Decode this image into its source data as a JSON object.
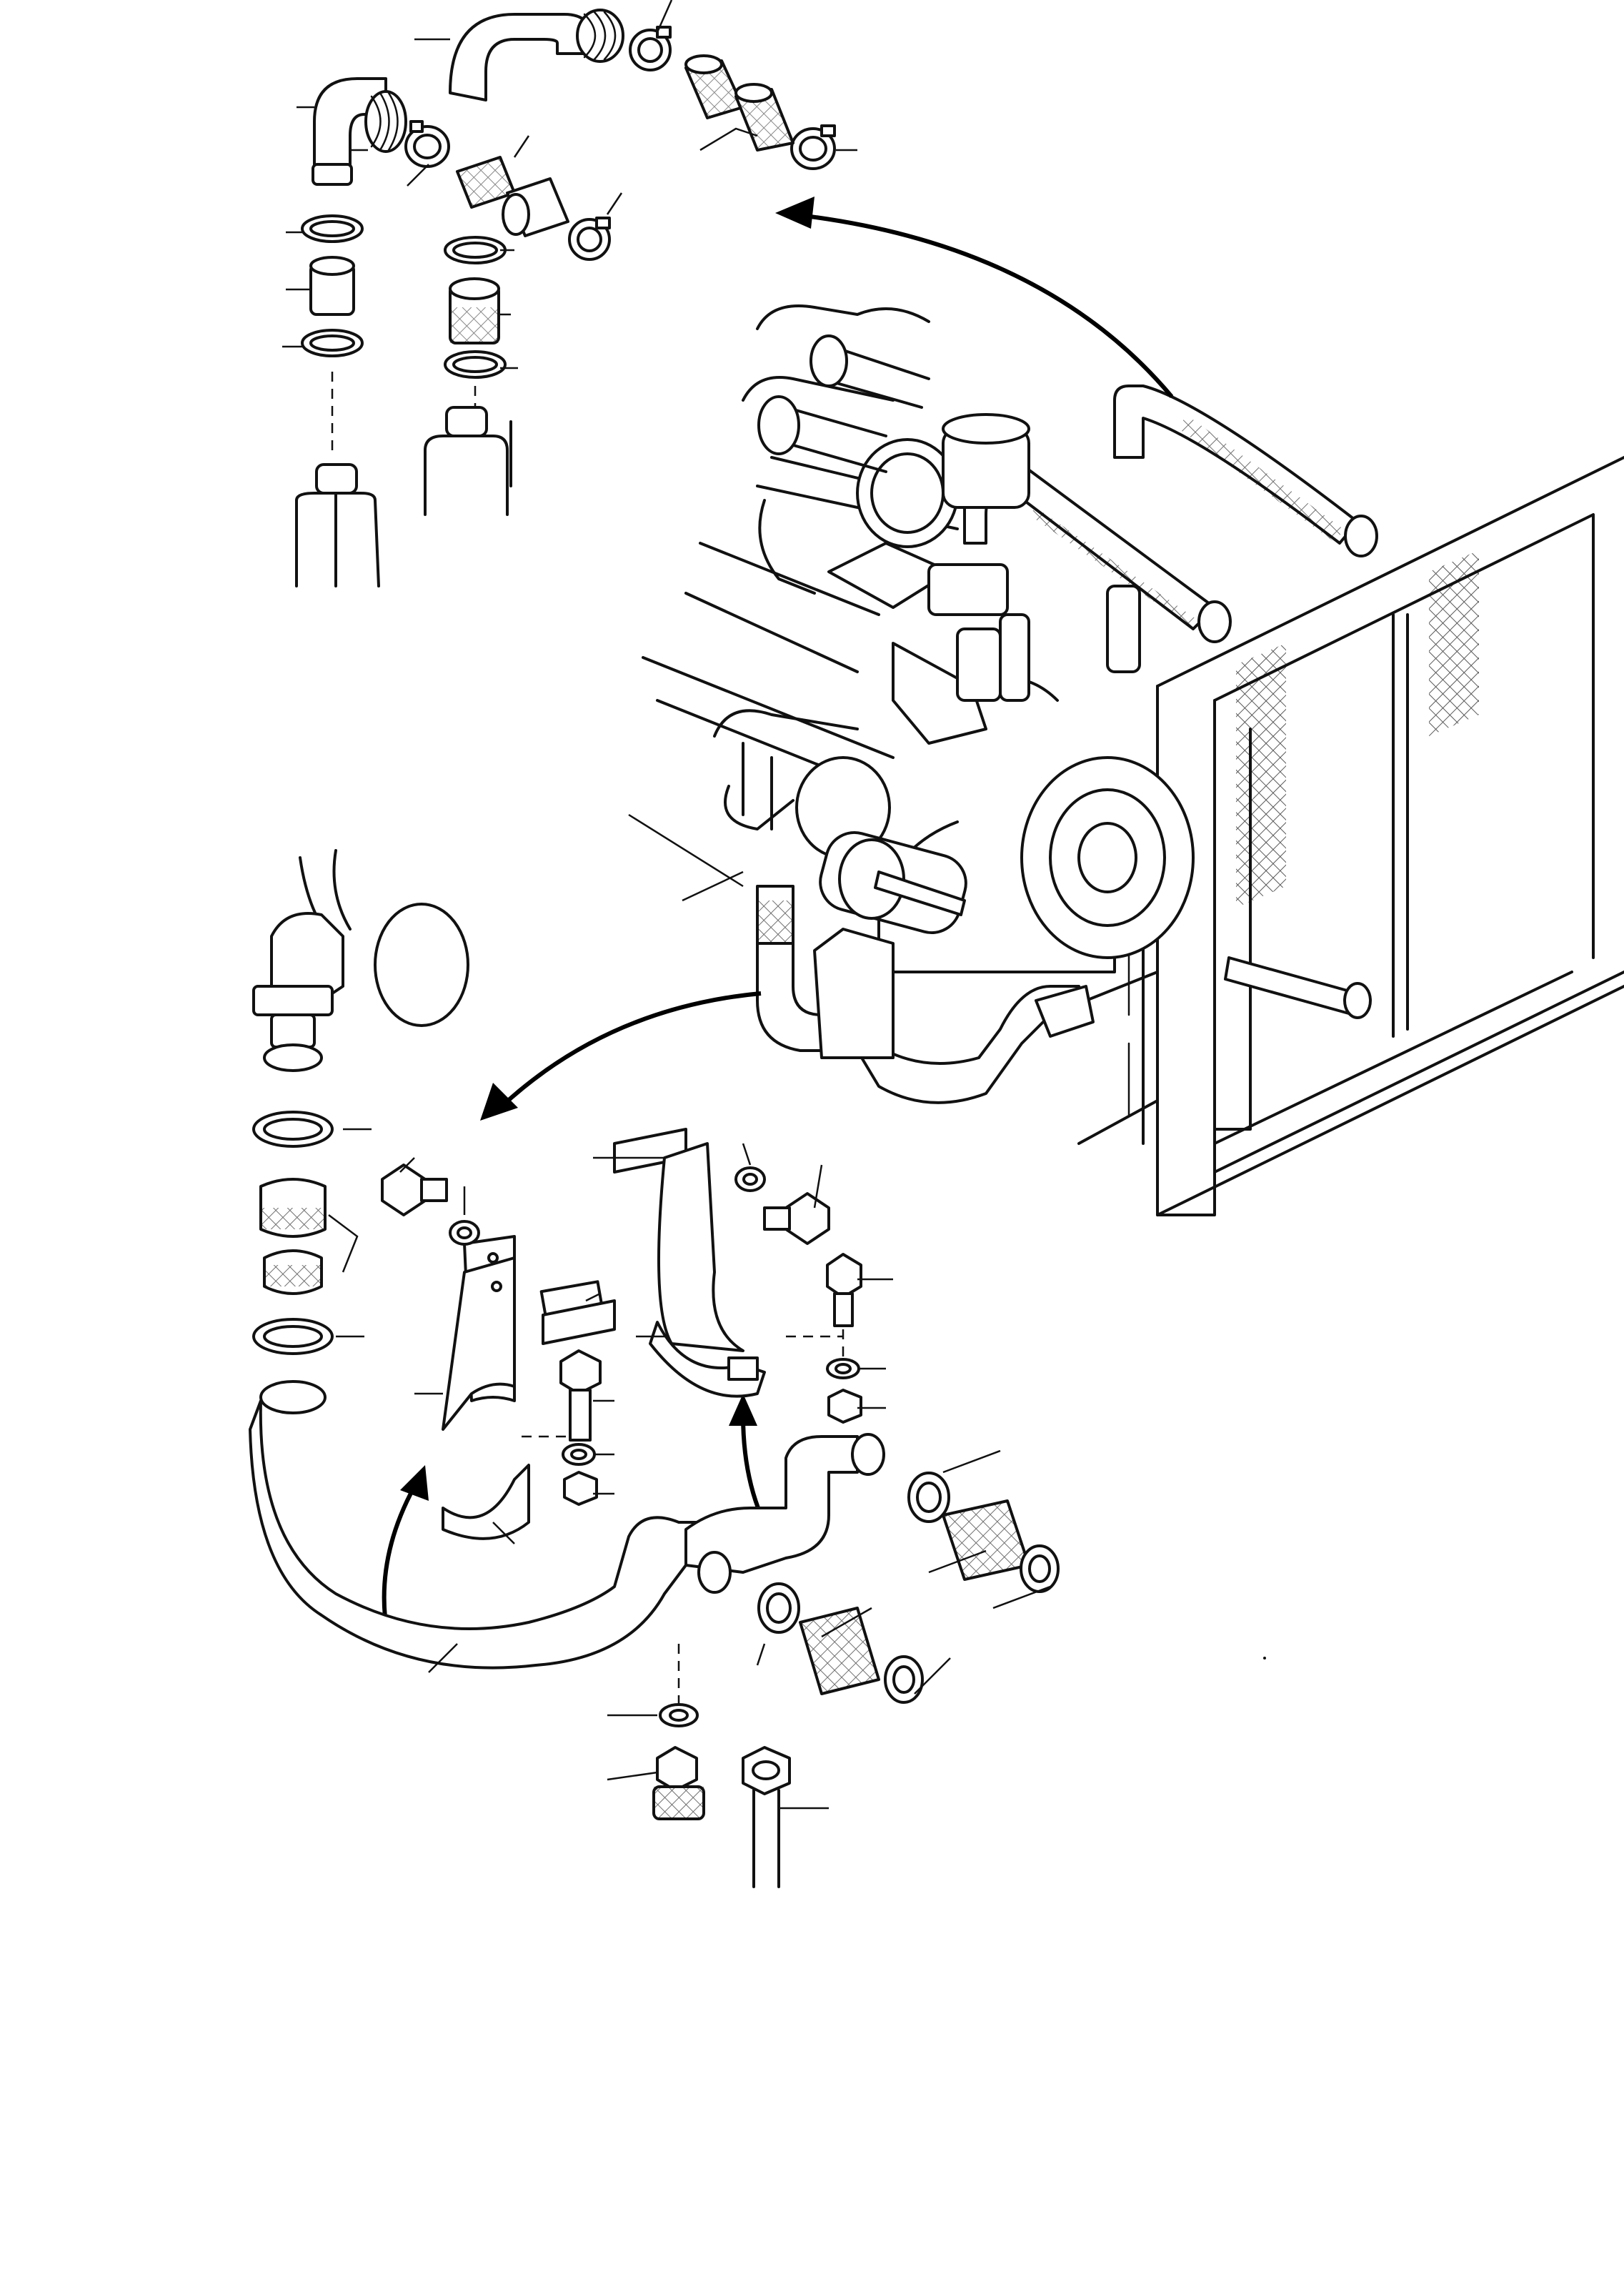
{
  "diagram": {
    "description_visible_text": "",
    "callout_leaders": {
      "top_assembly": 14,
      "engine_view": 2,
      "bottom_assembly": 24
    },
    "arrows": 4
  }
}
